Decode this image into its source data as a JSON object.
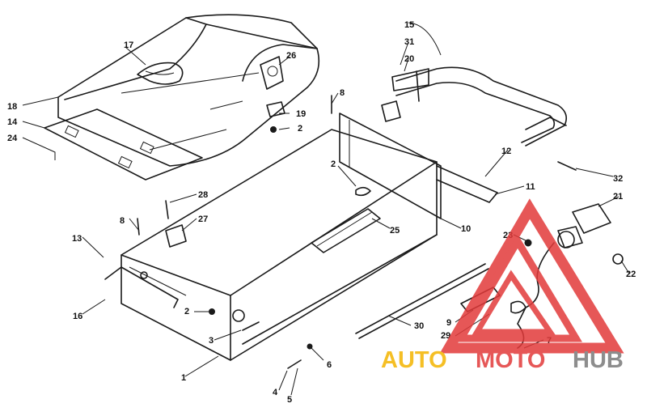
{
  "callouts": [
    {
      "id": "c1",
      "label": "1"
    },
    {
      "id": "c2a",
      "label": "2"
    },
    {
      "id": "c2b",
      "label": "2"
    },
    {
      "id": "c2c",
      "label": "2"
    },
    {
      "id": "c3",
      "label": "3"
    },
    {
      "id": "c4",
      "label": "4"
    },
    {
      "id": "c5",
      "label": "5"
    },
    {
      "id": "c6",
      "label": "6"
    },
    {
      "id": "c7",
      "label": "7"
    },
    {
      "id": "c8a",
      "label": "8"
    },
    {
      "id": "c8b",
      "label": "8"
    },
    {
      "id": "c9",
      "label": "9"
    },
    {
      "id": "c10",
      "label": "10"
    },
    {
      "id": "c11",
      "label": "11"
    },
    {
      "id": "c12",
      "label": "12"
    },
    {
      "id": "c13",
      "label": "13"
    },
    {
      "id": "c14",
      "label": "14"
    },
    {
      "id": "c15",
      "label": "15"
    },
    {
      "id": "c16",
      "label": "16"
    },
    {
      "id": "c17",
      "label": "17"
    },
    {
      "id": "c18",
      "label": "18"
    },
    {
      "id": "c19",
      "label": "19"
    },
    {
      "id": "c20",
      "label": "20"
    },
    {
      "id": "c21",
      "label": "21"
    },
    {
      "id": "c22",
      "label": "22"
    },
    {
      "id": "c23",
      "label": "23"
    },
    {
      "id": "c24",
      "label": "24"
    },
    {
      "id": "c25",
      "label": "25"
    },
    {
      "id": "c26",
      "label": "26"
    },
    {
      "id": "c27",
      "label": "27"
    },
    {
      "id": "c28",
      "label": "28"
    },
    {
      "id": "c29",
      "label": "29"
    },
    {
      "id": "c30",
      "label": "30"
    },
    {
      "id": "c31",
      "label": "31"
    },
    {
      "id": "c32",
      "label": "32"
    }
  ],
  "watermark": {
    "part1": "AUTO",
    "part2": "MOTO",
    "part3": "HUB",
    "color_auto": "#f4b400",
    "color_moto": "#e23a3a",
    "color_hub": "#7a7a7a",
    "triangle_color": "#e23a3a"
  }
}
